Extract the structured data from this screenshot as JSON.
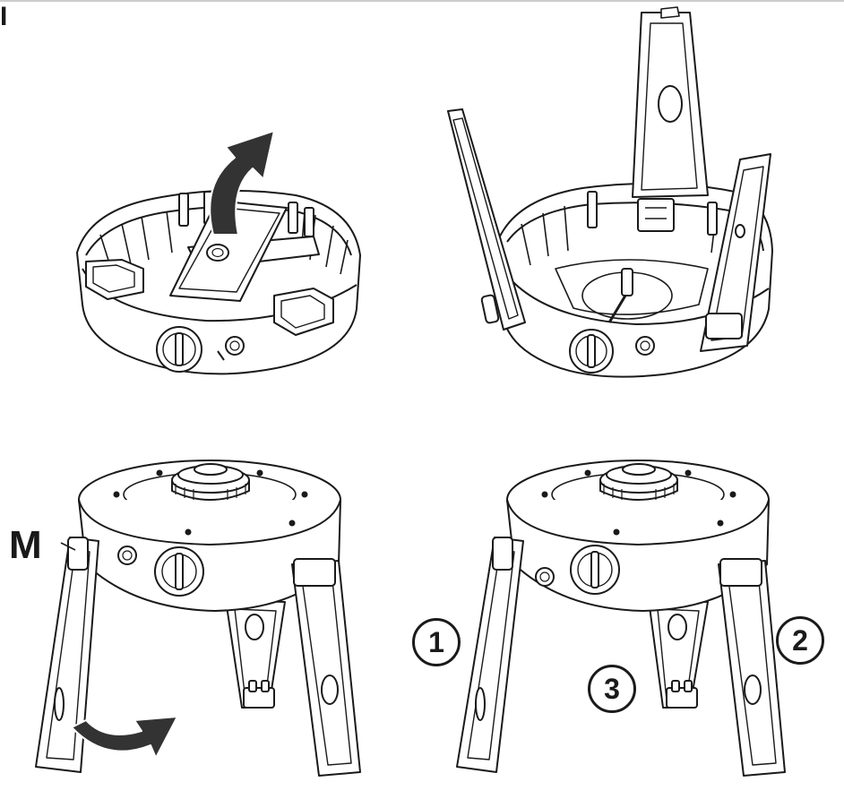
{
  "step_label": "I",
  "callouts": {
    "m_label": "M",
    "num_1": "1",
    "num_2": "2",
    "num_3": "3"
  },
  "colors": {
    "line": "#1a1a1a",
    "arrow": "#333333",
    "fill": "#ffffff"
  }
}
